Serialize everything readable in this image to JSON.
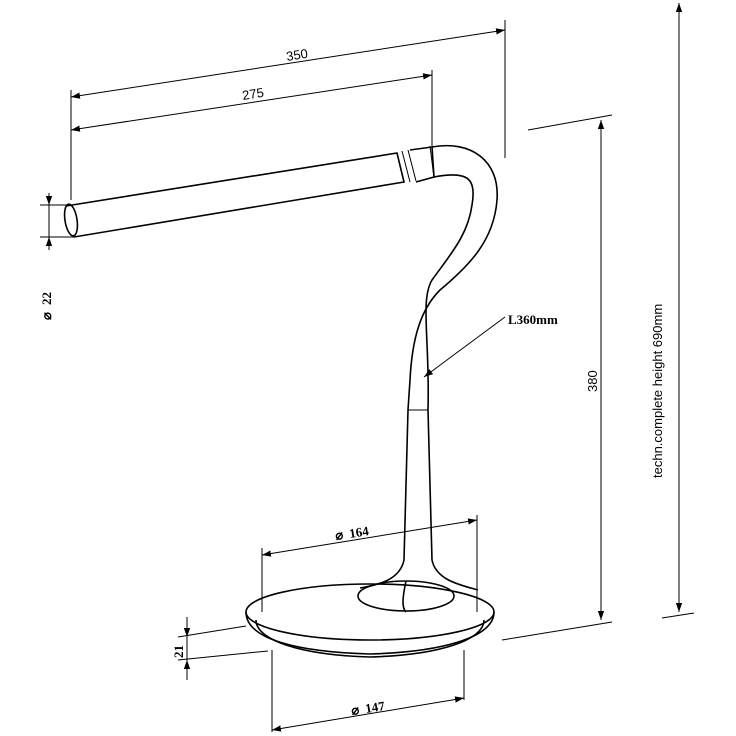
{
  "dimensions": {
    "length_350": "350",
    "length_275": "275",
    "tube_diameter": "22",
    "arm_length": "L360mm",
    "height_380": "380",
    "complete_height": "techn.complete height 690mm",
    "base_top_diameter": "164",
    "base_bottom_diameter": "147",
    "base_height": "21",
    "diameter_symbol": "⌀"
  }
}
